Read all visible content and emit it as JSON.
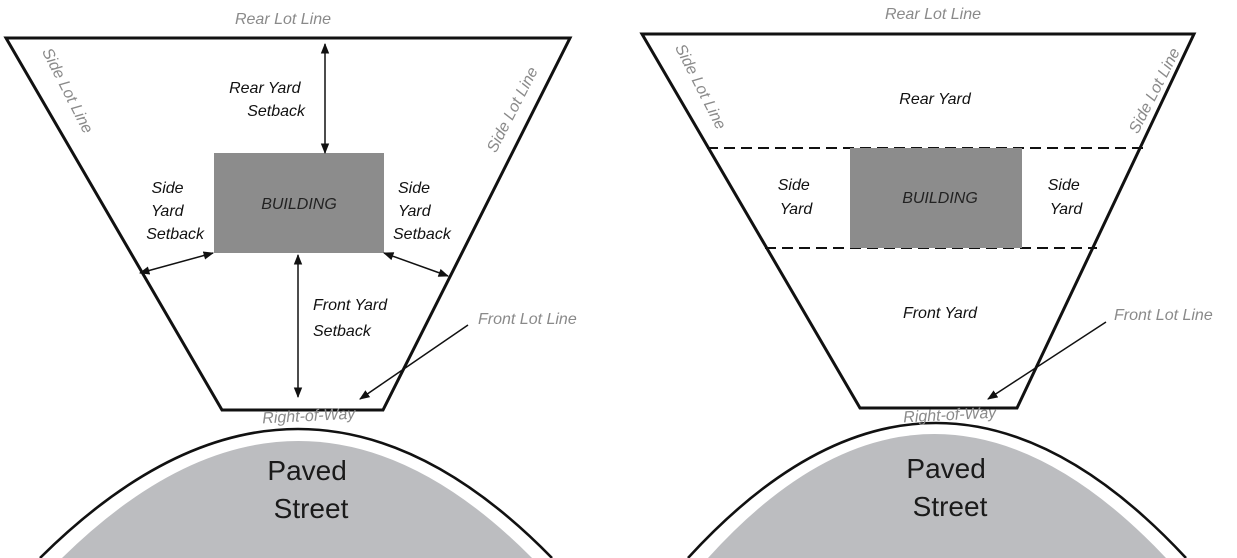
{
  "left_panel": {
    "rear_lot_line": "Rear Lot Line",
    "side_lot_line_left": "Side Lot Line",
    "side_lot_line_right": "Side Lot Line",
    "rear_setback": [
      "Rear Yard",
      "Setback"
    ],
    "side_setback_left": [
      "Side",
      "Yard",
      "Setback"
    ],
    "side_setback_right": [
      "Side",
      "Yard",
      "Setback"
    ],
    "building": "BUILDING",
    "front_setback": [
      "Front Yard",
      "Setback"
    ],
    "front_lot_line": "Front Lot Line",
    "right_of_way": "Right-of-Way",
    "street": [
      "Paved",
      "Street"
    ]
  },
  "right_panel": {
    "rear_lot_line": "Rear Lot Line",
    "side_lot_line_left": "Side Lot Line",
    "side_lot_line_right": "Side Lot Line",
    "rear_yard": "Rear Yard",
    "side_yard_left": [
      "Side",
      "Yard"
    ],
    "side_yard_right": [
      "Side",
      "Yard"
    ],
    "building": "BUILDING",
    "front_yard": "Front Yard",
    "front_lot_line": "Front Lot Line",
    "right_of_way": "Right-of-Way",
    "street": [
      "Paved",
      "Street"
    ]
  },
  "colors": {
    "building": "#8c8c8c",
    "street": "#bcbdc0",
    "gray_label": "#8a8a8a",
    "line": "#111111"
  }
}
